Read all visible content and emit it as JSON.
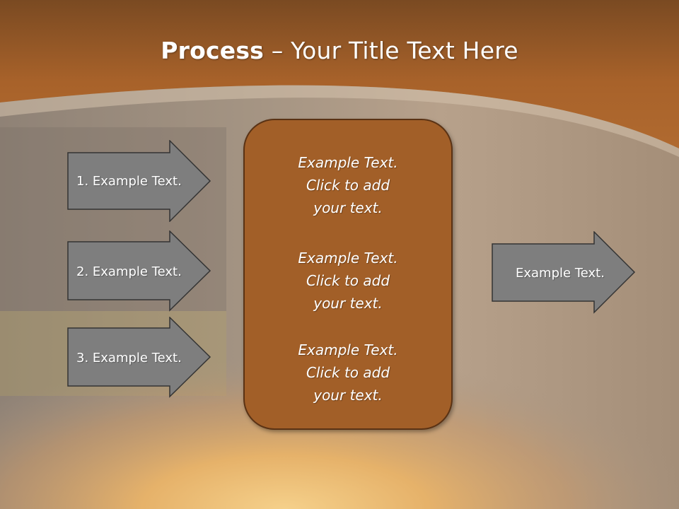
{
  "slide": {
    "title_bold": "Process",
    "title_rest": " – Your Title Text Here"
  },
  "inputs": [
    {
      "label": "1. Example Text."
    },
    {
      "label": "2. Example Text."
    },
    {
      "label": "3. Example Text."
    }
  ],
  "center": {
    "blocks": [
      {
        "line1": "Example Text.",
        "line2": "Click  to add",
        "line3": "your text."
      },
      {
        "line1": "Example Text.",
        "line2": "Click  to add",
        "line3": "your text."
      },
      {
        "line1": "Example Text.",
        "line2": "Click  to add",
        "line3": "your text."
      }
    ]
  },
  "output": {
    "label": "Example Text."
  },
  "colors": {
    "header": "#a8622a",
    "box_fill": "#a25f28",
    "arrow_fill": "#7e7e7e"
  }
}
